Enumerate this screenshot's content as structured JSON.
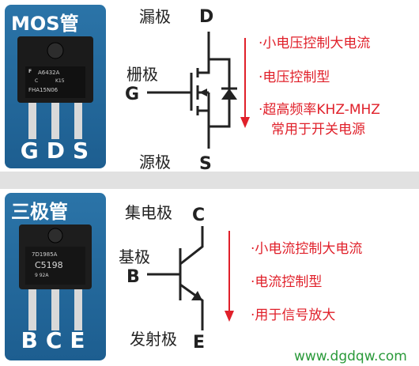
{
  "colors": {
    "panel": "#2b74a8",
    "accent_red": "#e0202a",
    "wire": "#222222",
    "divider": "#e1e1e1"
  },
  "mos": {
    "title": "MOS管",
    "pins": "GDS",
    "chip_text": [
      "A6432A",
      "C",
      "K15",
      "FHA15N06"
    ],
    "drain_letter": "D",
    "drain_label": "漏极",
    "gate_label": "栅极",
    "gate_letter": "G",
    "source_label": "源极",
    "source_letter": "S",
    "features": [
      "·小电压控制大电流",
      "·电压控制型",
      "·超高频率KHZ-MHZ",
      "常用于开关电源"
    ]
  },
  "bjt": {
    "title": "三极管",
    "pins": "BCE",
    "chip_text": [
      "7D1985A",
      "C5198",
      "9  92A"
    ],
    "collector_label": "集电极",
    "collector_letter": "C",
    "base_label": "基极",
    "base_letter": "B",
    "emitter_label": "发射极",
    "emitter_letter": "E",
    "features": [
      "·小电流控制大电流",
      "·电流控制型",
      "·用于信号放大"
    ]
  },
  "watermark": "www.dgdqw.com"
}
